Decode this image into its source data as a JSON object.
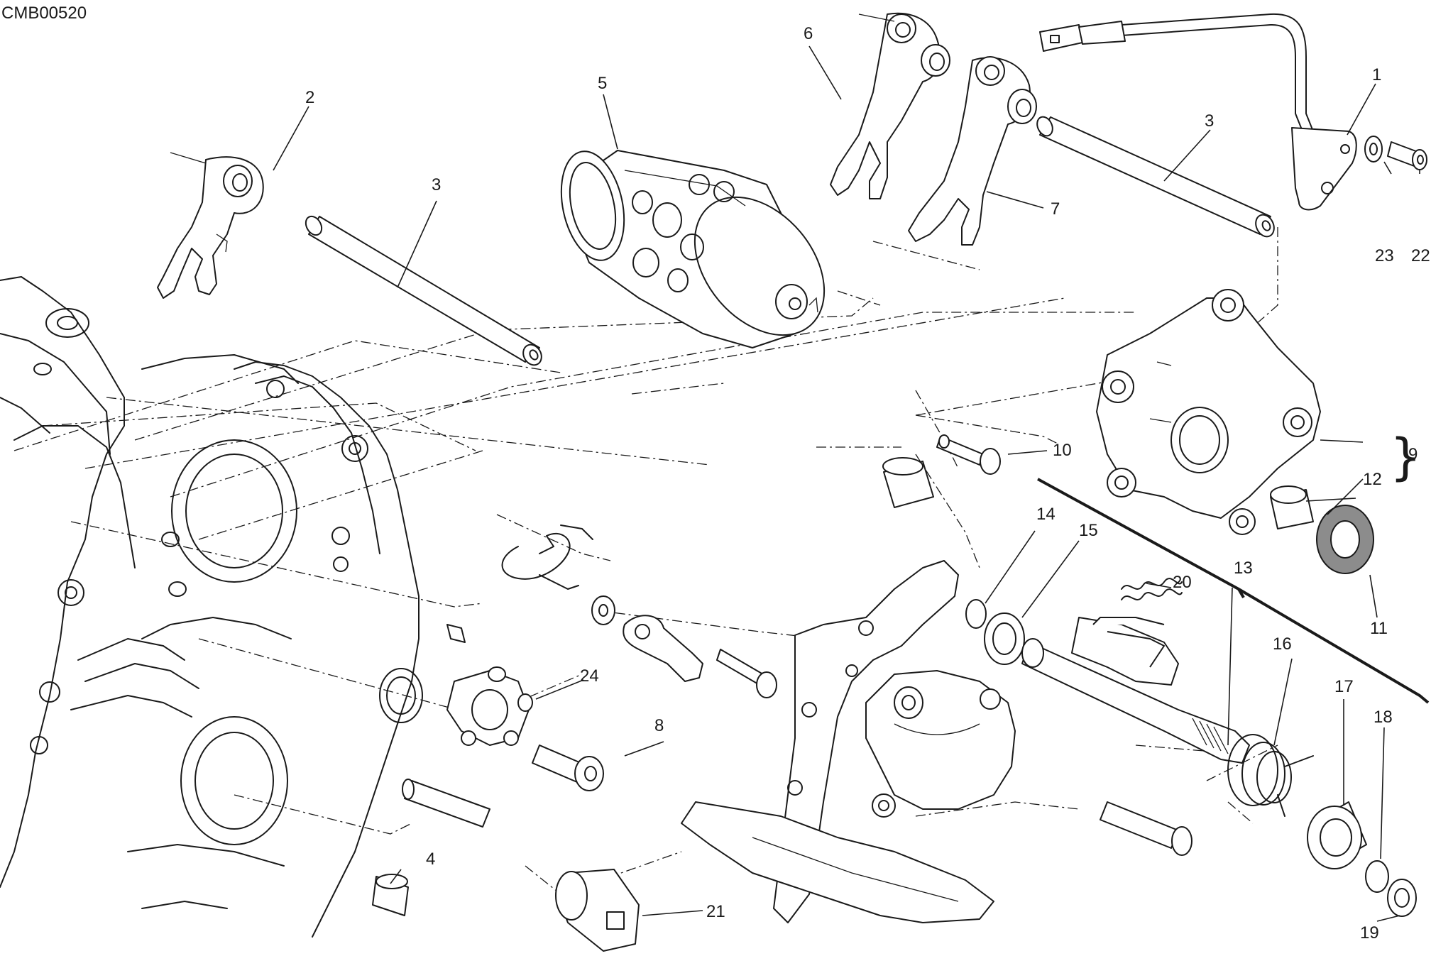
{
  "drawing_code": "CMB00520",
  "callouts": {
    "c1": "1",
    "c2": "2",
    "c3a": "3",
    "c3b": "3",
    "c4": "4",
    "c5": "5",
    "c6": "6",
    "c7": "7",
    "c8": "8",
    "c9": "9",
    "c10": "10",
    "c11": "11",
    "c12": "12",
    "c13": "13",
    "c14": "14",
    "c15": "15",
    "c16": "16",
    "c17": "17",
    "c18": "18",
    "c19": "19",
    "c20": "20",
    "c21": "21",
    "c22": "22",
    "c23": "23",
    "c24": "24"
  },
  "brace_glyph": "}"
}
